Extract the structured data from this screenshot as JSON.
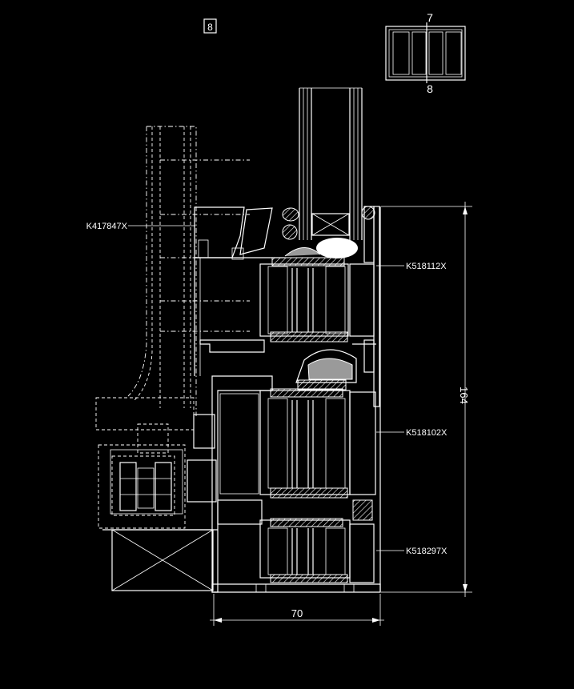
{
  "drawing": {
    "detail_number": "8",
    "key_labels": {
      "top": "7",
      "bottom": "8"
    },
    "profile_labels": {
      "left_upper": "K417847X",
      "right_upper": "K518112X",
      "right_middle": "K518102X",
      "right_lower": "K518297X"
    },
    "dimensions": {
      "height": "164",
      "width": "70"
    }
  }
}
